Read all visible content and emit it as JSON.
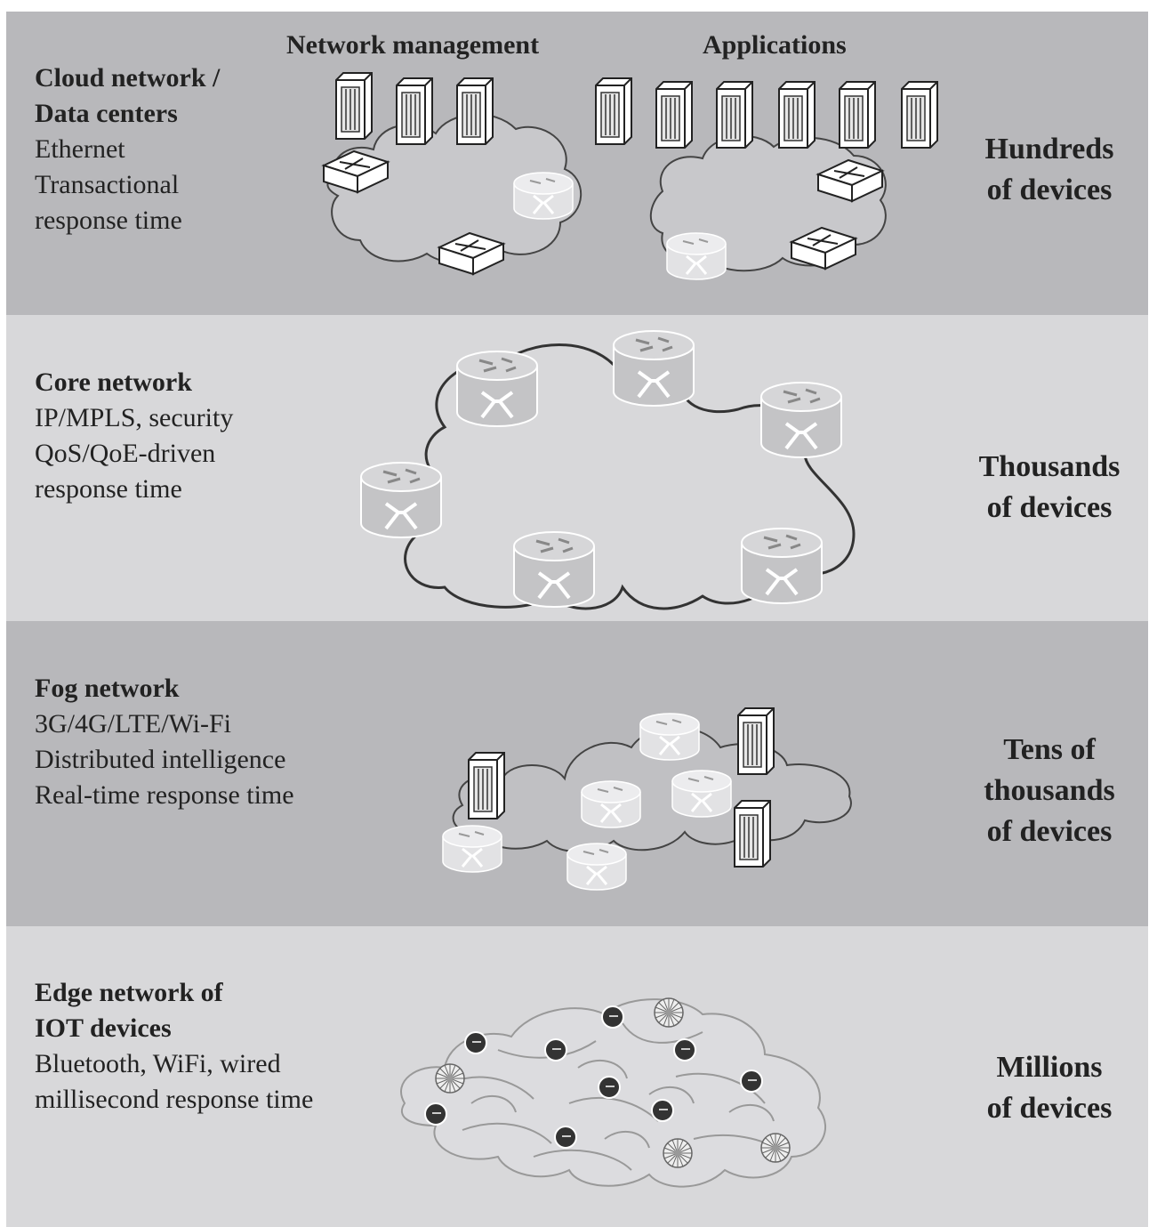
{
  "layers": [
    {
      "id": "cloud",
      "title_lines": [
        "Cloud network /",
        "Data centers"
      ],
      "detail_lines": [
        "Ethernet",
        "Transactional",
        "response time"
      ],
      "scale_lines": [
        "Hundreds",
        "of devices"
      ],
      "headers": {
        "left": "Network management",
        "right": "Applications"
      }
    },
    {
      "id": "core",
      "title_lines": [
        "Core network"
      ],
      "detail_lines": [
        "IP/MPLS, security",
        "QoS/QoE-driven",
        "response time"
      ],
      "scale_lines": [
        "Thousands",
        "of devices"
      ]
    },
    {
      "id": "fog",
      "title_lines": [
        "Fog network"
      ],
      "detail_lines": [
        "3G/4G/LTE/Wi-Fi",
        "Distributed intelligence",
        "Real-time response time"
      ],
      "scale_lines": [
        "Tens of",
        "thousands",
        "of devices"
      ]
    },
    {
      "id": "edge",
      "title_lines": [
        "Edge network of",
        "IOT devices"
      ],
      "detail_lines": [
        "Bluetooth, WiFi, wired",
        "millisecond response time"
      ],
      "scale_lines": [
        "Millions",
        "of devices"
      ]
    }
  ],
  "colors": {
    "band_dark": "#b8b8bb",
    "band_light": "#d8d8da",
    "router_fill": "#c4c4c6",
    "device_fill": "#ffffff",
    "sensor_fill": "#333333"
  },
  "icons": [
    "server-icon",
    "switch-icon",
    "router-icon",
    "cloud-icon",
    "sensor-icon",
    "actuator-icon"
  ]
}
